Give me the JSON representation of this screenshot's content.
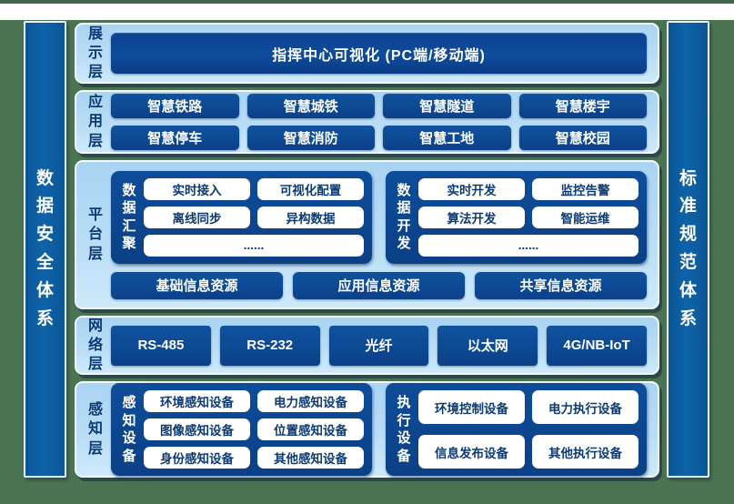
{
  "side_bars": {
    "left_label": "数据安全体系",
    "right_label": "标准规范体系"
  },
  "display_layer": {
    "label": "展示层",
    "banner": "指挥中心可视化 (PC端/移动端)"
  },
  "application_layer": {
    "label": "应用层",
    "apps": [
      "智慧铁路",
      "智慧城铁",
      "智慧隧道",
      "智慧楼宇",
      "智慧停车",
      "智慧消防",
      "智慧工地",
      "智慧校园"
    ]
  },
  "platform_layer": {
    "label": "平台层",
    "data_aggregation": {
      "label": "数据汇聚",
      "items": [
        "实时接入",
        "可视化配置",
        "离线同步",
        "异构数据"
      ],
      "ellipsis": "......"
    },
    "data_development": {
      "label": "数据开发",
      "items": [
        "实时开发",
        "监控告警",
        "算法开发",
        "智能运维"
      ],
      "ellipsis": "......"
    },
    "resources": [
      "基础信息资源",
      "应用信息资源",
      "共享信息资源"
    ]
  },
  "network_layer": {
    "label": "网络层",
    "protocols": [
      "RS-485",
      "RS-232",
      "光纤",
      "以太网",
      "4G/NB-IoT"
    ]
  },
  "perception_layer": {
    "label": "感知层",
    "sensing": {
      "label": "感知设备",
      "items": [
        "环境感知设备",
        "电力感知设备",
        "图像感知设备",
        "位置感知设备",
        "身份感知设备",
        "其他感知设备"
      ]
    },
    "execution": {
      "label": "执行设备",
      "items": [
        "环境控制设备",
        "电力执行设备",
        "信息发布设备",
        "其他执行设备"
      ]
    }
  },
  "colors": {
    "background_green": "#4a7352",
    "sidebar_blue": "#0d5fa3",
    "panel_light_blue": "#a9d4f2",
    "node_navy": "#0d4892",
    "text_navy": "#0c3a74"
  }
}
